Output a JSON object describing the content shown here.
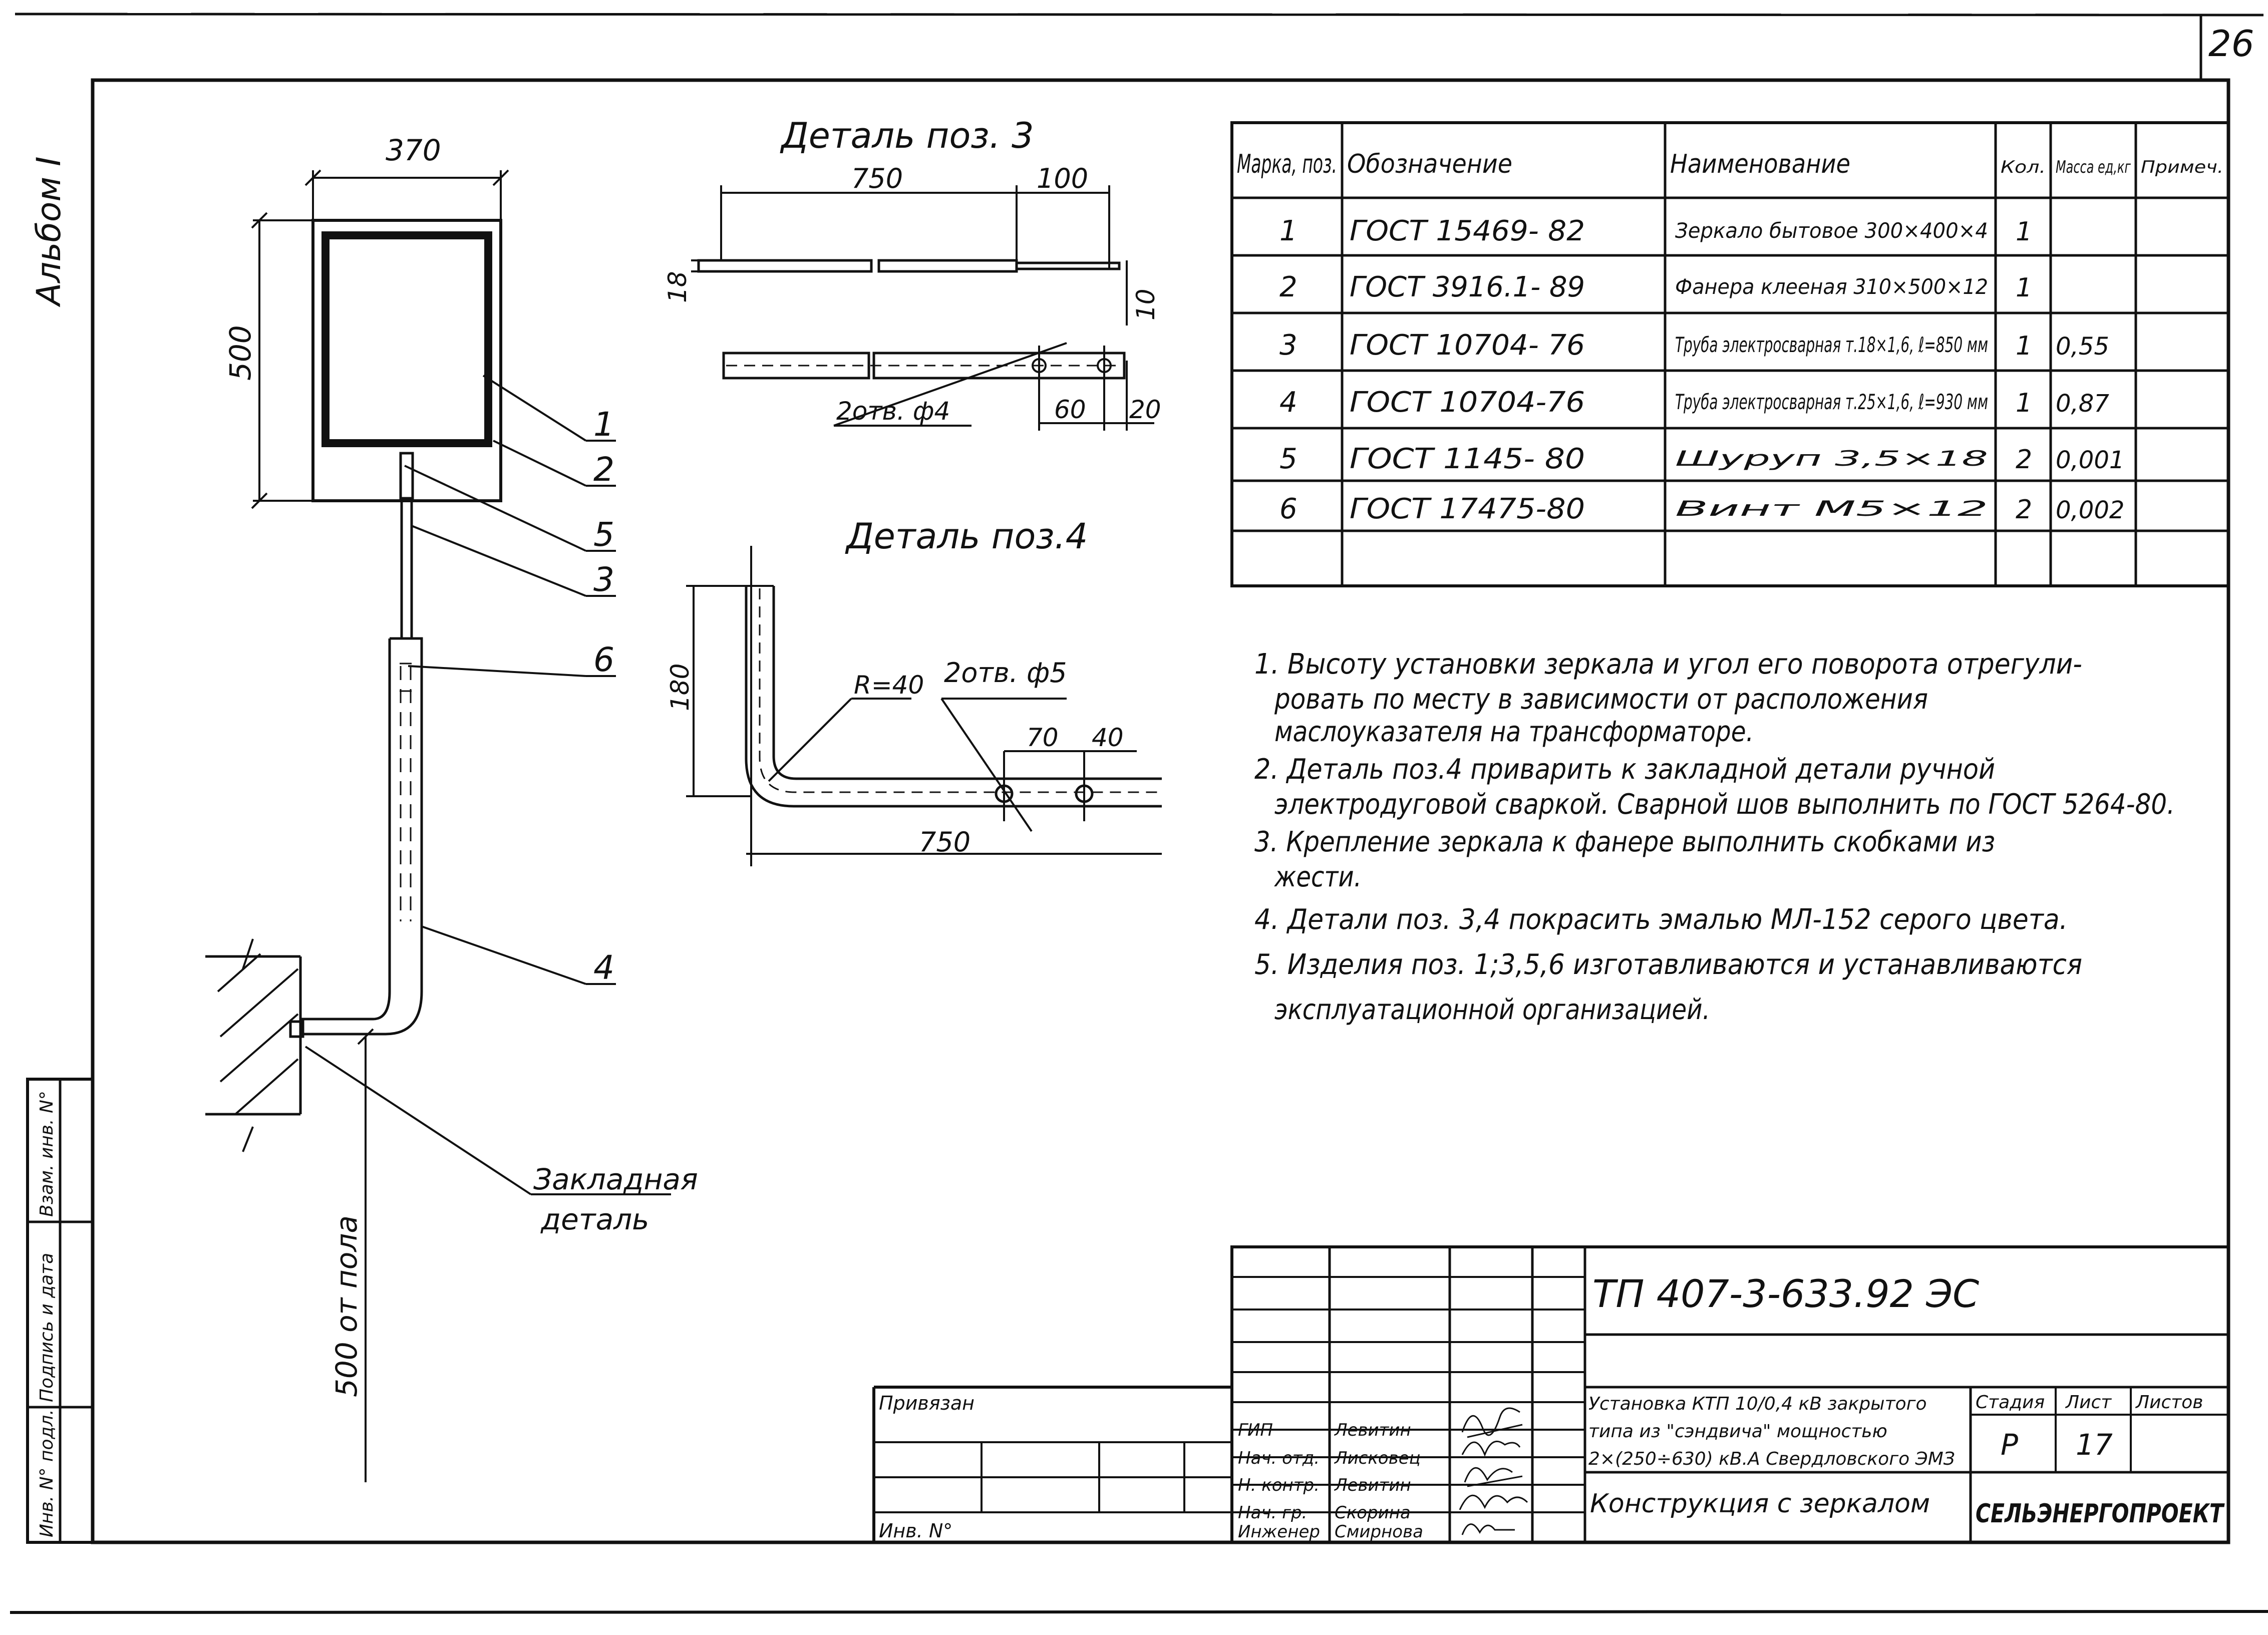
{
  "page_number": "26",
  "album_label": "Альбом I",
  "mirror": {
    "dims": {
      "width": "370",
      "height": "500"
    },
    "callouts": [
      "1",
      "2",
      "5",
      "3",
      "6",
      "4"
    ],
    "embedded_part": "Закладная деталь",
    "floor_dim": "500 от пола"
  },
  "detail3": {
    "title": "Деталь поз. 3",
    "dims": [
      "750",
      "100",
      "18",
      "10",
      "60",
      "20"
    ],
    "holes": "2отв. ф4"
  },
  "detail4": {
    "title": "Деталь поз.4",
    "dims": [
      "180",
      "70",
      "40",
      "750"
    ],
    "radius": "R=40",
    "holes": "2отв. ф5"
  },
  "spec_table": {
    "headers": [
      "Марка, поз.",
      "Обозначение",
      "Наименование",
      "Кол.",
      "Масса ед,кг",
      "Примеч."
    ],
    "rows": [
      {
        "pos": "1",
        "designation": "ГОСТ 15469- 82",
        "name": "Зеркало бытовое 300×400×4",
        "qty": "1",
        "mass": "",
        "note": ""
      },
      {
        "pos": "2",
        "designation": "ГОСТ 3916.1- 89",
        "name": "Фанера клееная 310×500×12",
        "qty": "1",
        "mass": "",
        "note": ""
      },
      {
        "pos": "3",
        "designation": "ГОСТ 10704- 76",
        "name": "Труба электросварная т.18×1,6, ℓ=850 мм",
        "qty": "1",
        "mass": "0,55",
        "note": ""
      },
      {
        "pos": "4",
        "designation": "ГОСТ 10704-76",
        "name": "Труба электросварная т.25×1,6, ℓ=930 мм",
        "qty": "1",
        "mass": "0,87",
        "note": ""
      },
      {
        "pos": "5",
        "designation": "ГОСТ 1145- 80",
        "name": "Шуруп 3,5×18",
        "qty": "2",
        "mass": "0,001",
        "note": ""
      },
      {
        "pos": "6",
        "designation": "ГОСТ 17475-80",
        "name": "Винт M5×12",
        "qty": "2",
        "mass": "0,002",
        "note": ""
      }
    ]
  },
  "notes": [
    "1. Высоту установки зеркала и угол его поворота отрегули-",
    "ровать по месту в зависимости от расположения",
    "маслоуказателя на трансформаторе.",
    "2. Деталь поз.4 приварить к закладной детали ручной",
    "электродуговой сваркой. Сварной шов выполнить по ГОСТ 5264-80.",
    "3. Крепление зеркала к фанере выполнить скобками из",
    "жести.",
    "4. Детали поз. 3,4 покрасить эмалью МЛ-152 серого цвета.",
    "5. Изделия поз. 1;3,5,6 изготавливаются и устанавливаются",
    "эксплуатационной организацией."
  ],
  "title_block": {
    "code": "ТП 407-3-633.92 ЭС",
    "privyazan": "Привязан",
    "inv": "Инв. N°",
    "roles": [
      "ГИП",
      "Нач. отд.",
      "Н. контр.",
      "Нач. гр.",
      "Инженер"
    ],
    "names": [
      "Левитин",
      "Лисковец",
      "Левитин",
      "Скорина",
      "Смирнова"
    ],
    "project_desc": [
      "Установка КТП 10/0,4 кВ закрытого",
      "типа из \"сэндвича\" мощностью",
      "2×(250÷630) кВ.А Свердловского ЭМЗ"
    ],
    "drawing_title": "Конструкция с зеркалом",
    "stage_label": "Стадия",
    "stage": "Р",
    "sheet_label": "Лист",
    "sheet": "17",
    "sheets_label": "Листов",
    "org": "СЕЛЬЭНЕРГОПРОЕКТ"
  },
  "side_stamp": [
    "Инв. N° подл.",
    "Подпись и дата",
    "Взам. инв. N°"
  ]
}
